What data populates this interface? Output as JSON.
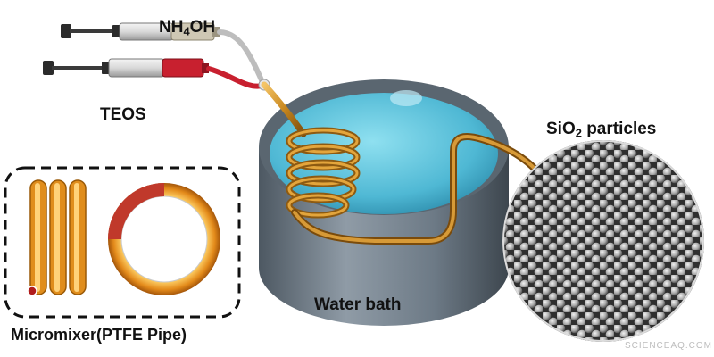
{
  "labels": {
    "nh4oh": {
      "main": "NH",
      "sub": "4",
      "tail": "OH"
    },
    "teos": "TEOS",
    "sio2": {
      "main": "SiO",
      "sub": "2",
      "tail": " particles"
    },
    "water_bath": "Water bath",
    "micromixer": "Micromixer(PTFE Pipe)"
  },
  "watermark": "SCIENCEAQ.COM",
  "colors": {
    "tube": "#c8871e",
    "tube_highlight": "#f2c56a",
    "water": "#5fc3dc",
    "bath_wall": "#6d7a86",
    "reagent_nh4oh": "#cfc8b4",
    "reagent_teos": "#c8202f"
  }
}
